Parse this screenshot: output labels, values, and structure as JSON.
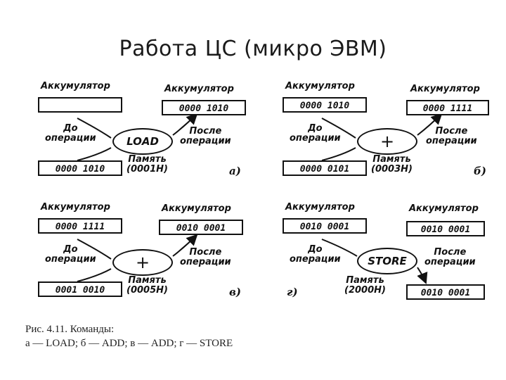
{
  "title": "Работа ЦС (микро ЭВМ)",
  "panels": [
    {
      "acc_before_label": "Аккумулятор",
      "acc_before_value": "",
      "acc_after_label": "Аккумулятор",
      "acc_after_value": "0000 1010",
      "before_op_1": "До",
      "before_op_2": "операции",
      "operation": "LOAD",
      "after_op_1": "После",
      "after_op_2": "операции",
      "memory_label": "Память",
      "memory_address": "(0001H)",
      "memory_value": "0000 1010",
      "tag": "а)"
    },
    {
      "acc_before_label": "Аккумулятор",
      "acc_before_value": "0000 1010",
      "acc_after_label": "Аккумулятор",
      "acc_after_value": "0000 1111",
      "before_op_1": "До",
      "before_op_2": "операции",
      "operation": "+",
      "after_op_1": "После",
      "after_op_2": "операции",
      "memory_label": "Память",
      "memory_address": "(0003H)",
      "memory_value": "0000 0101",
      "tag": "б)"
    },
    {
      "acc_before_label": "Аккумулятор",
      "acc_before_value": "0000 1111",
      "acc_after_label": "Аккумулятор",
      "acc_after_value": "0010 0001",
      "before_op_1": "До",
      "before_op_2": "операции",
      "operation": "+",
      "after_op_1": "После",
      "after_op_2": "операции",
      "memory_label": "Память",
      "memory_address": "(0005H)",
      "memory_value": "0001 0010",
      "tag": "в)"
    },
    {
      "acc_before_label": "Аккумулятор",
      "acc_before_value": "0010 0001",
      "acc_after_label": "Аккумулятор",
      "acc_after_value": "0010 0001",
      "before_op_1": "До",
      "before_op_2": "операции",
      "operation": "STORE",
      "after_op_1": "После",
      "after_op_2": "операции",
      "memory_label": "Память",
      "memory_address": "(2000H)",
      "memory_value": "0010 0001",
      "tag": "г)"
    }
  ],
  "caption": {
    "line1": "Рис. 4.11. Команды:",
    "line2": "а — LOAD; б — ADD; в — ADD; г — STORE"
  }
}
